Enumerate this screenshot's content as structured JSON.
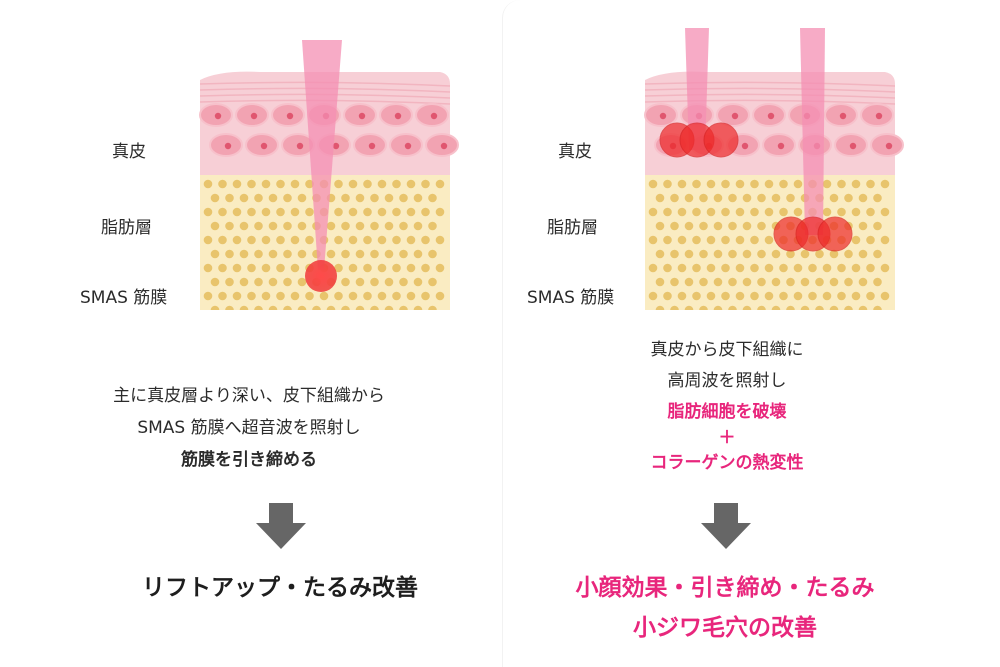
{
  "colors": {
    "dermis": "#f7cfd6",
    "cell": "#f2a3b2",
    "nucleus": "#e0566f",
    "fat": "#faecc2",
    "fat_dot": "#e8c46c",
    "smas": "#e28a6c",
    "beam": "#f48fb3",
    "focus": "#ee2a2a",
    "accent": "#e8267c",
    "arrow": "#666666"
  },
  "left": {
    "layer_labels": {
      "dermis": "真皮",
      "fat": "脂肪層",
      "smas": "SMAS 筋膜"
    },
    "desc": {
      "line1": "主に真皮層より深い、皮下組織から",
      "line2": "SMAS 筋膜へ超音波を照射し",
      "line3": "筋膜を引き締める"
    },
    "result": "リフトアップ・たるみ改善"
  },
  "right": {
    "layer_labels": {
      "dermis": "真皮",
      "fat": "脂肪層",
      "smas": "SMAS 筋膜"
    },
    "desc": {
      "line1": "真皮から皮下組織に",
      "line2": "高周波を照射し",
      "line3": "脂肪細胞を破壊",
      "plus": "＋",
      "line4": "コラーゲンの熱変性"
    },
    "result_line1": "小顔効果・引き締め・たるみ",
    "result_line2": "小ジワ毛穴の改善"
  }
}
